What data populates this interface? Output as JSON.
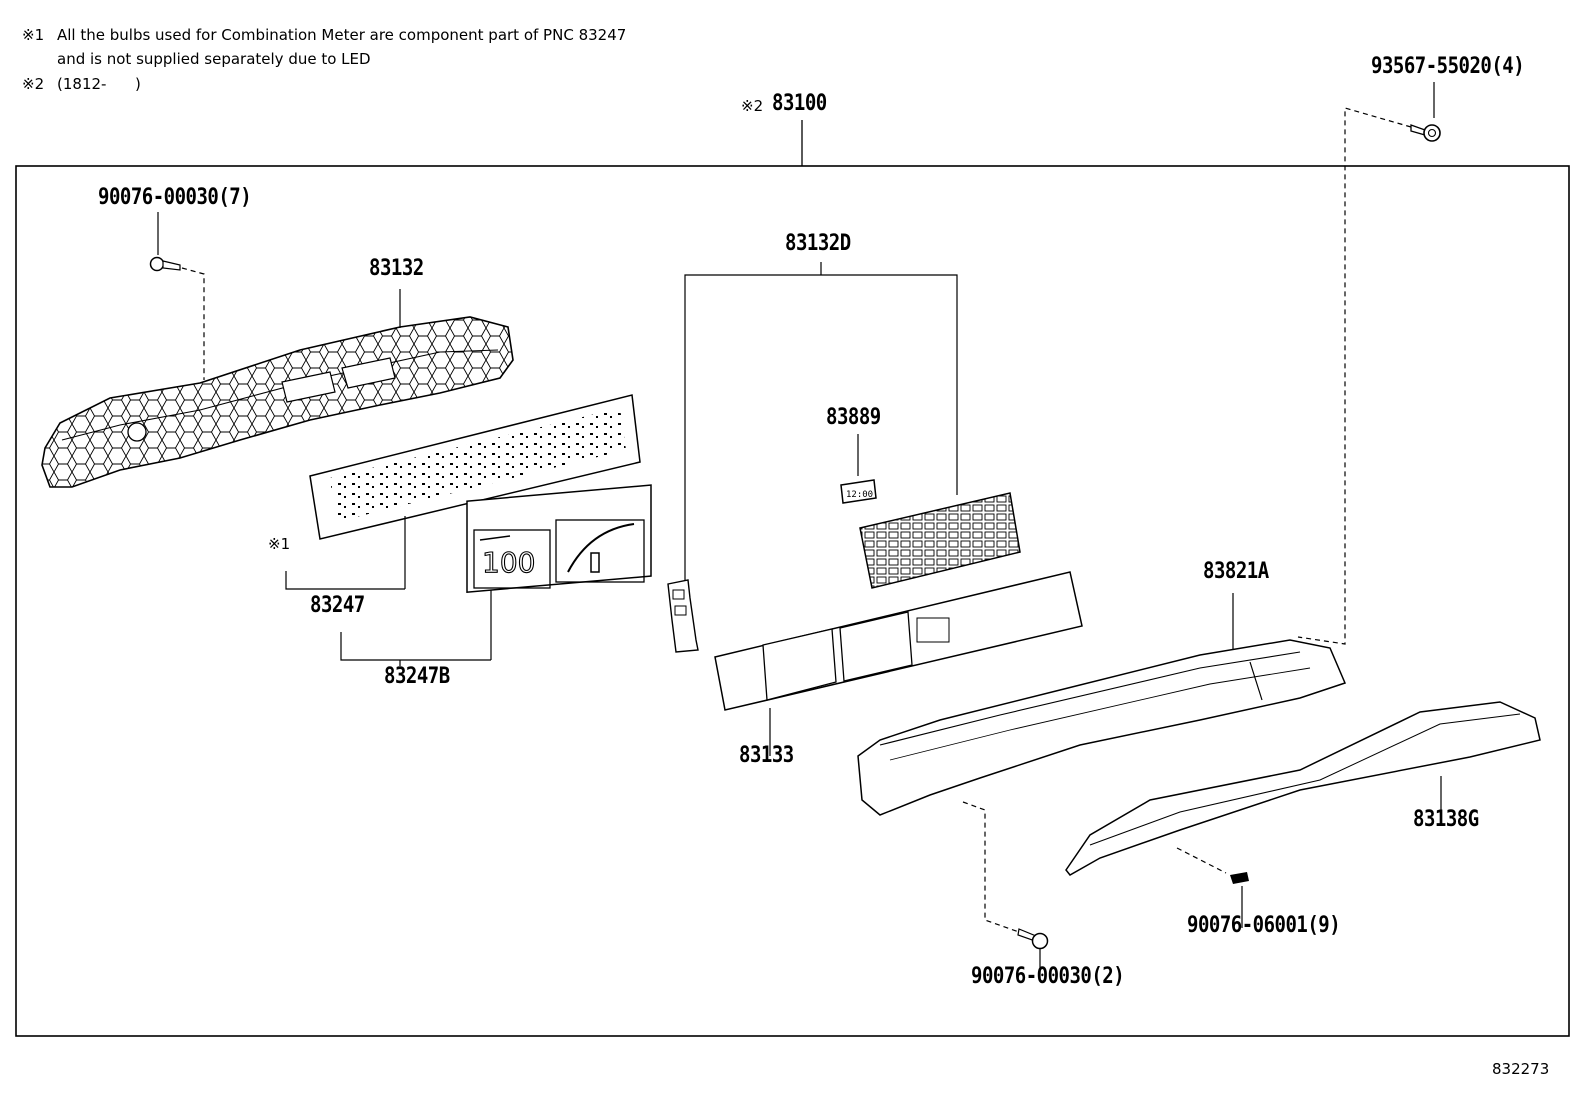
{
  "notes": {
    "note1_marker": "※1",
    "note1_line1": "All the bulbs used for Combination Meter are component part of PNC 83247",
    "note1_line2": "and is not supplied separately due to LED",
    "note2_marker": "※2",
    "note2_text": "(1812-      )"
  },
  "parts": {
    "assembly": {
      "marker": "※2",
      "number": "83100"
    },
    "bolt_top_right": "93567-55020(4)",
    "screw_top_left": "90076-00030(7)",
    "case": "83132",
    "group_832d": "83132D",
    "clock_display": "83889",
    "circuit_marker": "※1",
    "circuit_board": "83247",
    "circuit_board_b": "83247B",
    "plate": "83133",
    "glass": "83821A",
    "garnish": "83138G",
    "clip": "90076-06001(9)",
    "screw_bottom": "90076-00030(2)"
  },
  "illustration_text": {
    "speed_readout": "100",
    "clock_readout": "12:00"
  },
  "figure_id": "832273"
}
